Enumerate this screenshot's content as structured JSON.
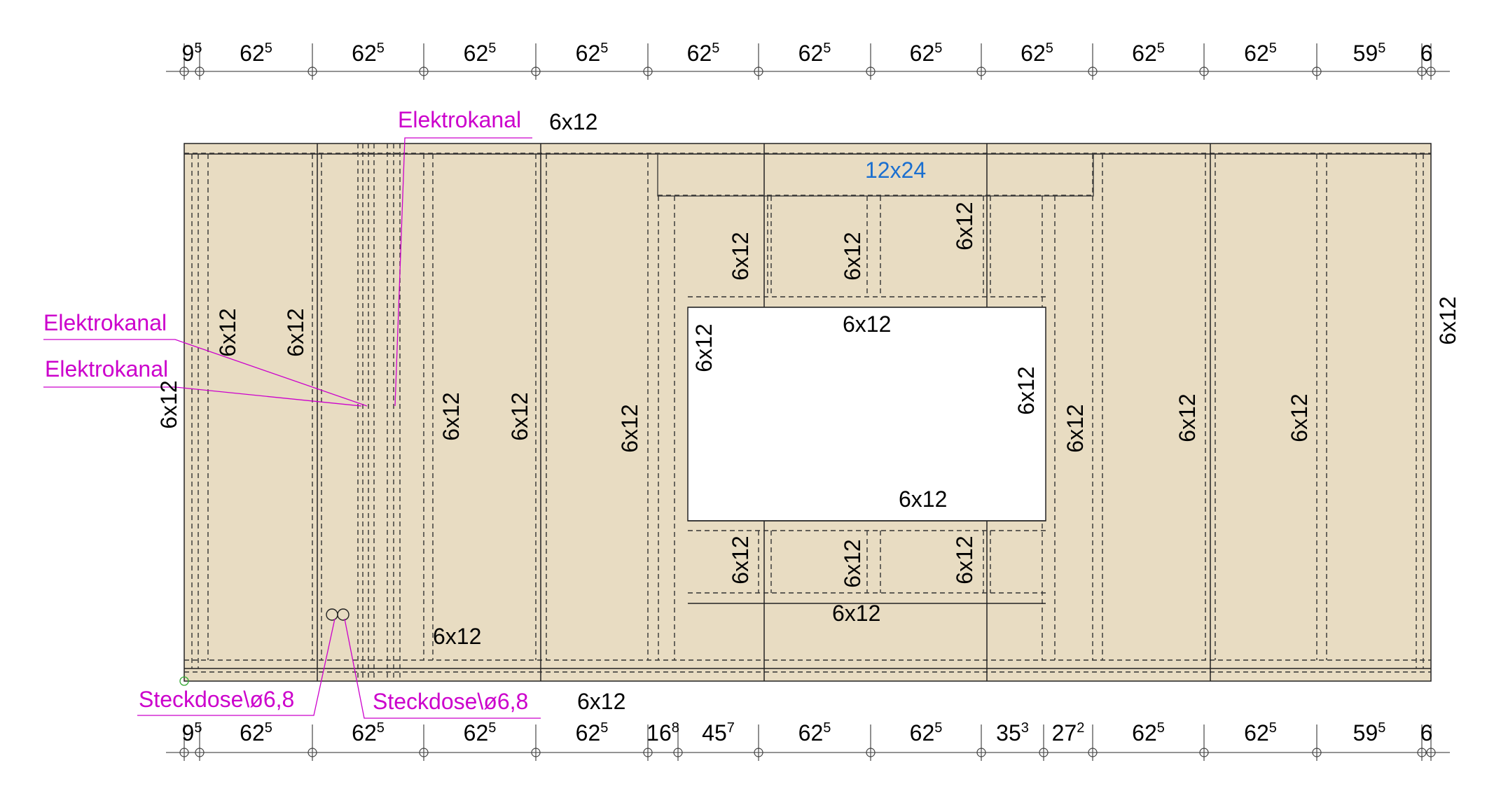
{
  "colors": {
    "panel_fill": "#e8dcc2",
    "annotation": "#cc00cc",
    "header_label": "#1a6fd0"
  },
  "dimensions": {
    "top": [
      {
        "main": "9",
        "sup": "5"
      },
      {
        "main": "62",
        "sup": "5"
      },
      {
        "main": "62",
        "sup": "5"
      },
      {
        "main": "62",
        "sup": "5"
      },
      {
        "main": "62",
        "sup": "5"
      },
      {
        "main": "62",
        "sup": "5"
      },
      {
        "main": "62",
        "sup": "5"
      },
      {
        "main": "62",
        "sup": "5"
      },
      {
        "main": "62",
        "sup": "5"
      },
      {
        "main": "62",
        "sup": "5"
      },
      {
        "main": "62",
        "sup": "5"
      },
      {
        "main": "59",
        "sup": "5"
      },
      {
        "main": "6",
        "sup": ""
      }
    ],
    "bottom": [
      {
        "main": "9",
        "sup": "5"
      },
      {
        "main": "62",
        "sup": "5"
      },
      {
        "main": "62",
        "sup": "5"
      },
      {
        "main": "62",
        "sup": "5"
      },
      {
        "main": "62",
        "sup": "5"
      },
      {
        "main": "16",
        "sup": "8"
      },
      {
        "main": "45",
        "sup": "7"
      },
      {
        "main": "62",
        "sup": "5"
      },
      {
        "main": "62",
        "sup": "5"
      },
      {
        "main": "35",
        "sup": "3"
      },
      {
        "main": "27",
        "sup": "2"
      },
      {
        "main": "62",
        "sup": "5"
      },
      {
        "main": "62",
        "sup": "5"
      },
      {
        "main": "59",
        "sup": "5"
      },
      {
        "main": "6",
        "sup": ""
      }
    ]
  },
  "labels": {
    "top_plate": "6x12",
    "bottom_plate": "6x12",
    "header": "12x24",
    "left_end_stud": "6x12",
    "right_end_stud": "6x12",
    "stud_1": "6x12",
    "stud_2": "6x12",
    "stud_3": "6x12",
    "stud_4": "6x12",
    "stud_5": "6x12",
    "cripple_top_1": "6x12",
    "cripple_top_2": "6x12",
    "cripple_top_3": "6x12",
    "opening_top": "6x12",
    "opening_left": "6x12",
    "opening_right": "6x12",
    "opening_bottom": "6x12",
    "cripple_bottom_1": "6x12",
    "cripple_bottom_2": "6x12",
    "cripple_bottom_3": "6x12",
    "sill_low": "6x12",
    "nogging_low": "6x12",
    "stud_6": "6x12",
    "stud_7": "6x12",
    "stud_8": "6x12"
  },
  "annotations": {
    "cable_channel_top": "Elektrokanal",
    "cable_channel_1": "Elektrokanal",
    "cable_channel_2": "Elektrokanal",
    "socket_1": "Steckdose\\ø6,8",
    "socket_2": "Steckdose\\ø6,8"
  }
}
